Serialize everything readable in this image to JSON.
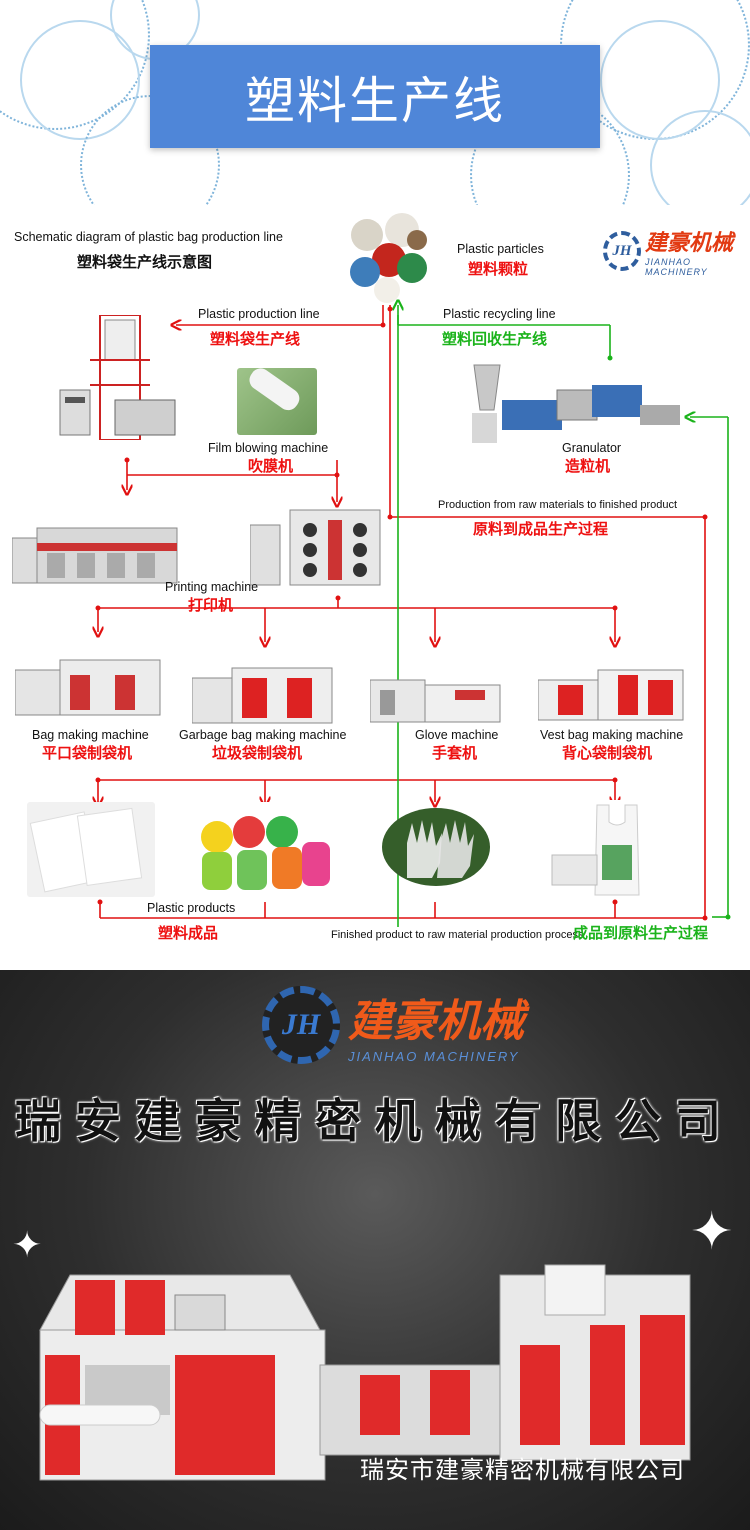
{
  "banner": {
    "title": "塑料生产线"
  },
  "diagram": {
    "schematic_en": "Schematic diagram of plastic bag production line",
    "schematic_zh": "塑料袋生产线示意图",
    "particles_en": "Plastic particles",
    "particles_zh": "塑料颗粒",
    "production_line_en": "Plastic production line",
    "production_line_zh": "塑料袋生产线",
    "recycling_line_en": "Plastic recycling line",
    "recycling_line_zh": "塑料回收生产线",
    "film_blowing_en": "Film blowing machine",
    "film_blowing_zh": "吹膜机",
    "granulator_en": "Granulator",
    "granulator_zh": "造粒机",
    "raw_to_finished_en": "Production from raw materials to finished product",
    "raw_to_finished_zh": "原料到成品生产过程",
    "printing_en": "Printing machine",
    "printing_zh": "打印机",
    "machines": [
      {
        "en": "Bag making machine",
        "zh": "平口袋制袋机"
      },
      {
        "en": "Garbage bag making machine",
        "zh": "垃圾袋制袋机"
      },
      {
        "en": "Glove machine",
        "zh": "手套机"
      },
      {
        "en": "Vest bag making machine",
        "zh": "背心袋制袋机"
      }
    ],
    "products_en": "Plastic products",
    "products_zh": "塑料成品",
    "finished_to_raw_en": "Finished product to raw material production process",
    "finished_to_raw_zh": "成品到原料生产过程",
    "colors": {
      "red_flow": "#e11111",
      "green_flow": "#1bb31b"
    }
  },
  "brand": {
    "mark": "JH",
    "name_zh": "建豪机械",
    "name_en": "JIANHAO MACHINERY"
  },
  "footer": {
    "company": "瑞安建豪精密机械有限公司",
    "company_full": "瑞安市建豪精密机械有限公司"
  }
}
